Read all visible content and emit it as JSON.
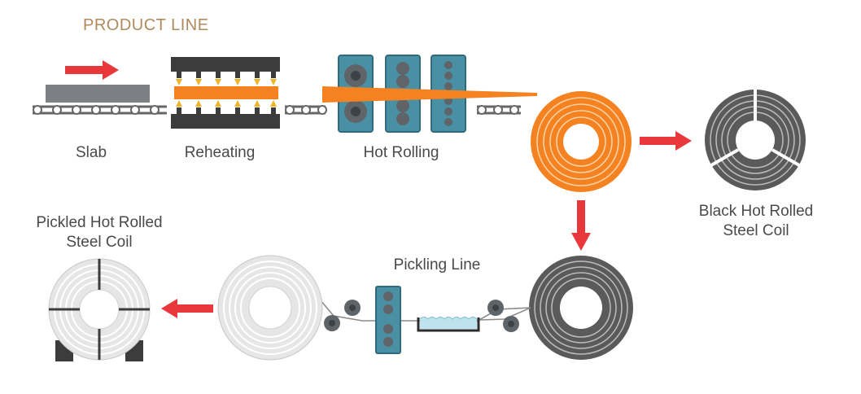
{
  "title": "PRODUCT LINE",
  "stages": {
    "slab": "Slab",
    "reheating": "Reheating",
    "hot_rolling": "Hot Rolling",
    "black_coil": "Black Hot Rolled\nSteel Coil",
    "pickling": "Pickling Line",
    "pickled_coil": "Pickled Hot Rolled\nSteel Coil"
  },
  "colors": {
    "title": "#b08a5c",
    "arrow": "#e8383b",
    "hot_steel": "#f58220",
    "dark_steel": "#5a5a5a",
    "roller_box": "#4a90a4",
    "furnace": "#3c3c3c",
    "pickled_steel": "#e6e6e6"
  }
}
